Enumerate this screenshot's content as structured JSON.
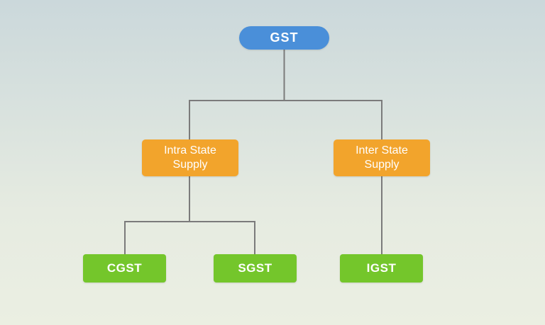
{
  "diagram": {
    "type": "flowchart",
    "title": "GST",
    "nodes": [
      {
        "id": "gst",
        "label": "GST",
        "level": 0,
        "shape": "pill",
        "color": "#4a8fd9"
      },
      {
        "id": "intra",
        "label": "Intra State Supply",
        "level": 1,
        "shape": "rect",
        "color": "#f2a42c"
      },
      {
        "id": "inter",
        "label": "Inter State Supply",
        "level": 1,
        "shape": "rect",
        "color": "#f2a42c"
      },
      {
        "id": "cgst",
        "label": "CGST",
        "level": 2,
        "shape": "rect",
        "color": "#74c62b"
      },
      {
        "id": "sgst",
        "label": "SGST",
        "level": 2,
        "shape": "rect",
        "color": "#74c62b"
      },
      {
        "id": "igst",
        "label": "IGST",
        "level": 2,
        "shape": "rect",
        "color": "#74c62b"
      }
    ],
    "edges": [
      {
        "from": "gst",
        "to": "intra"
      },
      {
        "from": "gst",
        "to": "inter"
      },
      {
        "from": "intra",
        "to": "cgst"
      },
      {
        "from": "intra",
        "to": "sgst"
      },
      {
        "from": "inter",
        "to": "igst"
      }
    ],
    "colors": {
      "root_fill": "#4a8fd9",
      "level1_fill": "#f2a42c",
      "level2_fill": "#74c62b",
      "connector": "#7b7b7b",
      "text": "#ffffff",
      "background_top": "#cbd8db",
      "background_bottom": "#ebefe2"
    }
  }
}
